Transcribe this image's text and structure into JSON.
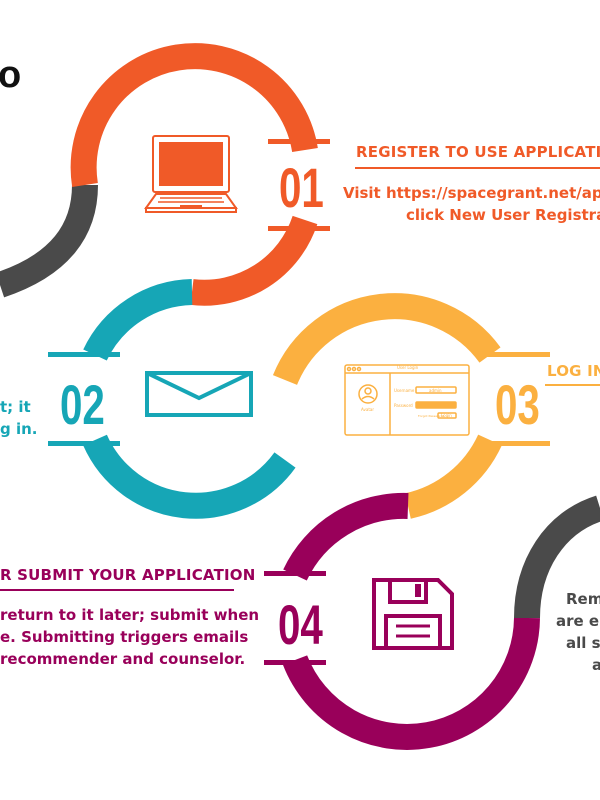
{
  "header": {
    "title_fragment": "o"
  },
  "colors": {
    "gray": "#4a4a4a",
    "orange": "#f05a28",
    "teal": "#16a6b6",
    "amber": "#fbb040",
    "magenta": "#99005a",
    "white": "#ffffff"
  },
  "steps": [
    {
      "number": "01",
      "title": "REGISTER TO USE APPLICATION",
      "lines": [
        "Visit https://spacegrant.net/apps/",
        "click New User Registrati"
      ],
      "icon": "laptop-icon"
    },
    {
      "number": "02",
      "title": "",
      "lines": [
        "t; it",
        "g in."
      ],
      "icon": "envelope-icon"
    },
    {
      "number": "03",
      "title": "LOG IN.",
      "lines": [],
      "icon": "login-form-icon",
      "login_form": {
        "title": "User Login",
        "username_label": "Username",
        "username_value": "admin",
        "password_label": "Password",
        "button": "Login",
        "forgot": "Forgot Password?",
        "avatar_label": "Avatar"
      }
    },
    {
      "number": "04",
      "title": "R SUBMIT YOUR APPLICATION",
      "lines": [
        "return to it later; submit when",
        "e. Submitting triggers emails",
        "recommender and counselor."
      ],
      "icon": "floppy-disk-icon"
    },
    {
      "number": "",
      "title": "",
      "lines": [
        "Rem",
        "are en",
        "all su",
        "a"
      ],
      "icon": ""
    }
  ]
}
